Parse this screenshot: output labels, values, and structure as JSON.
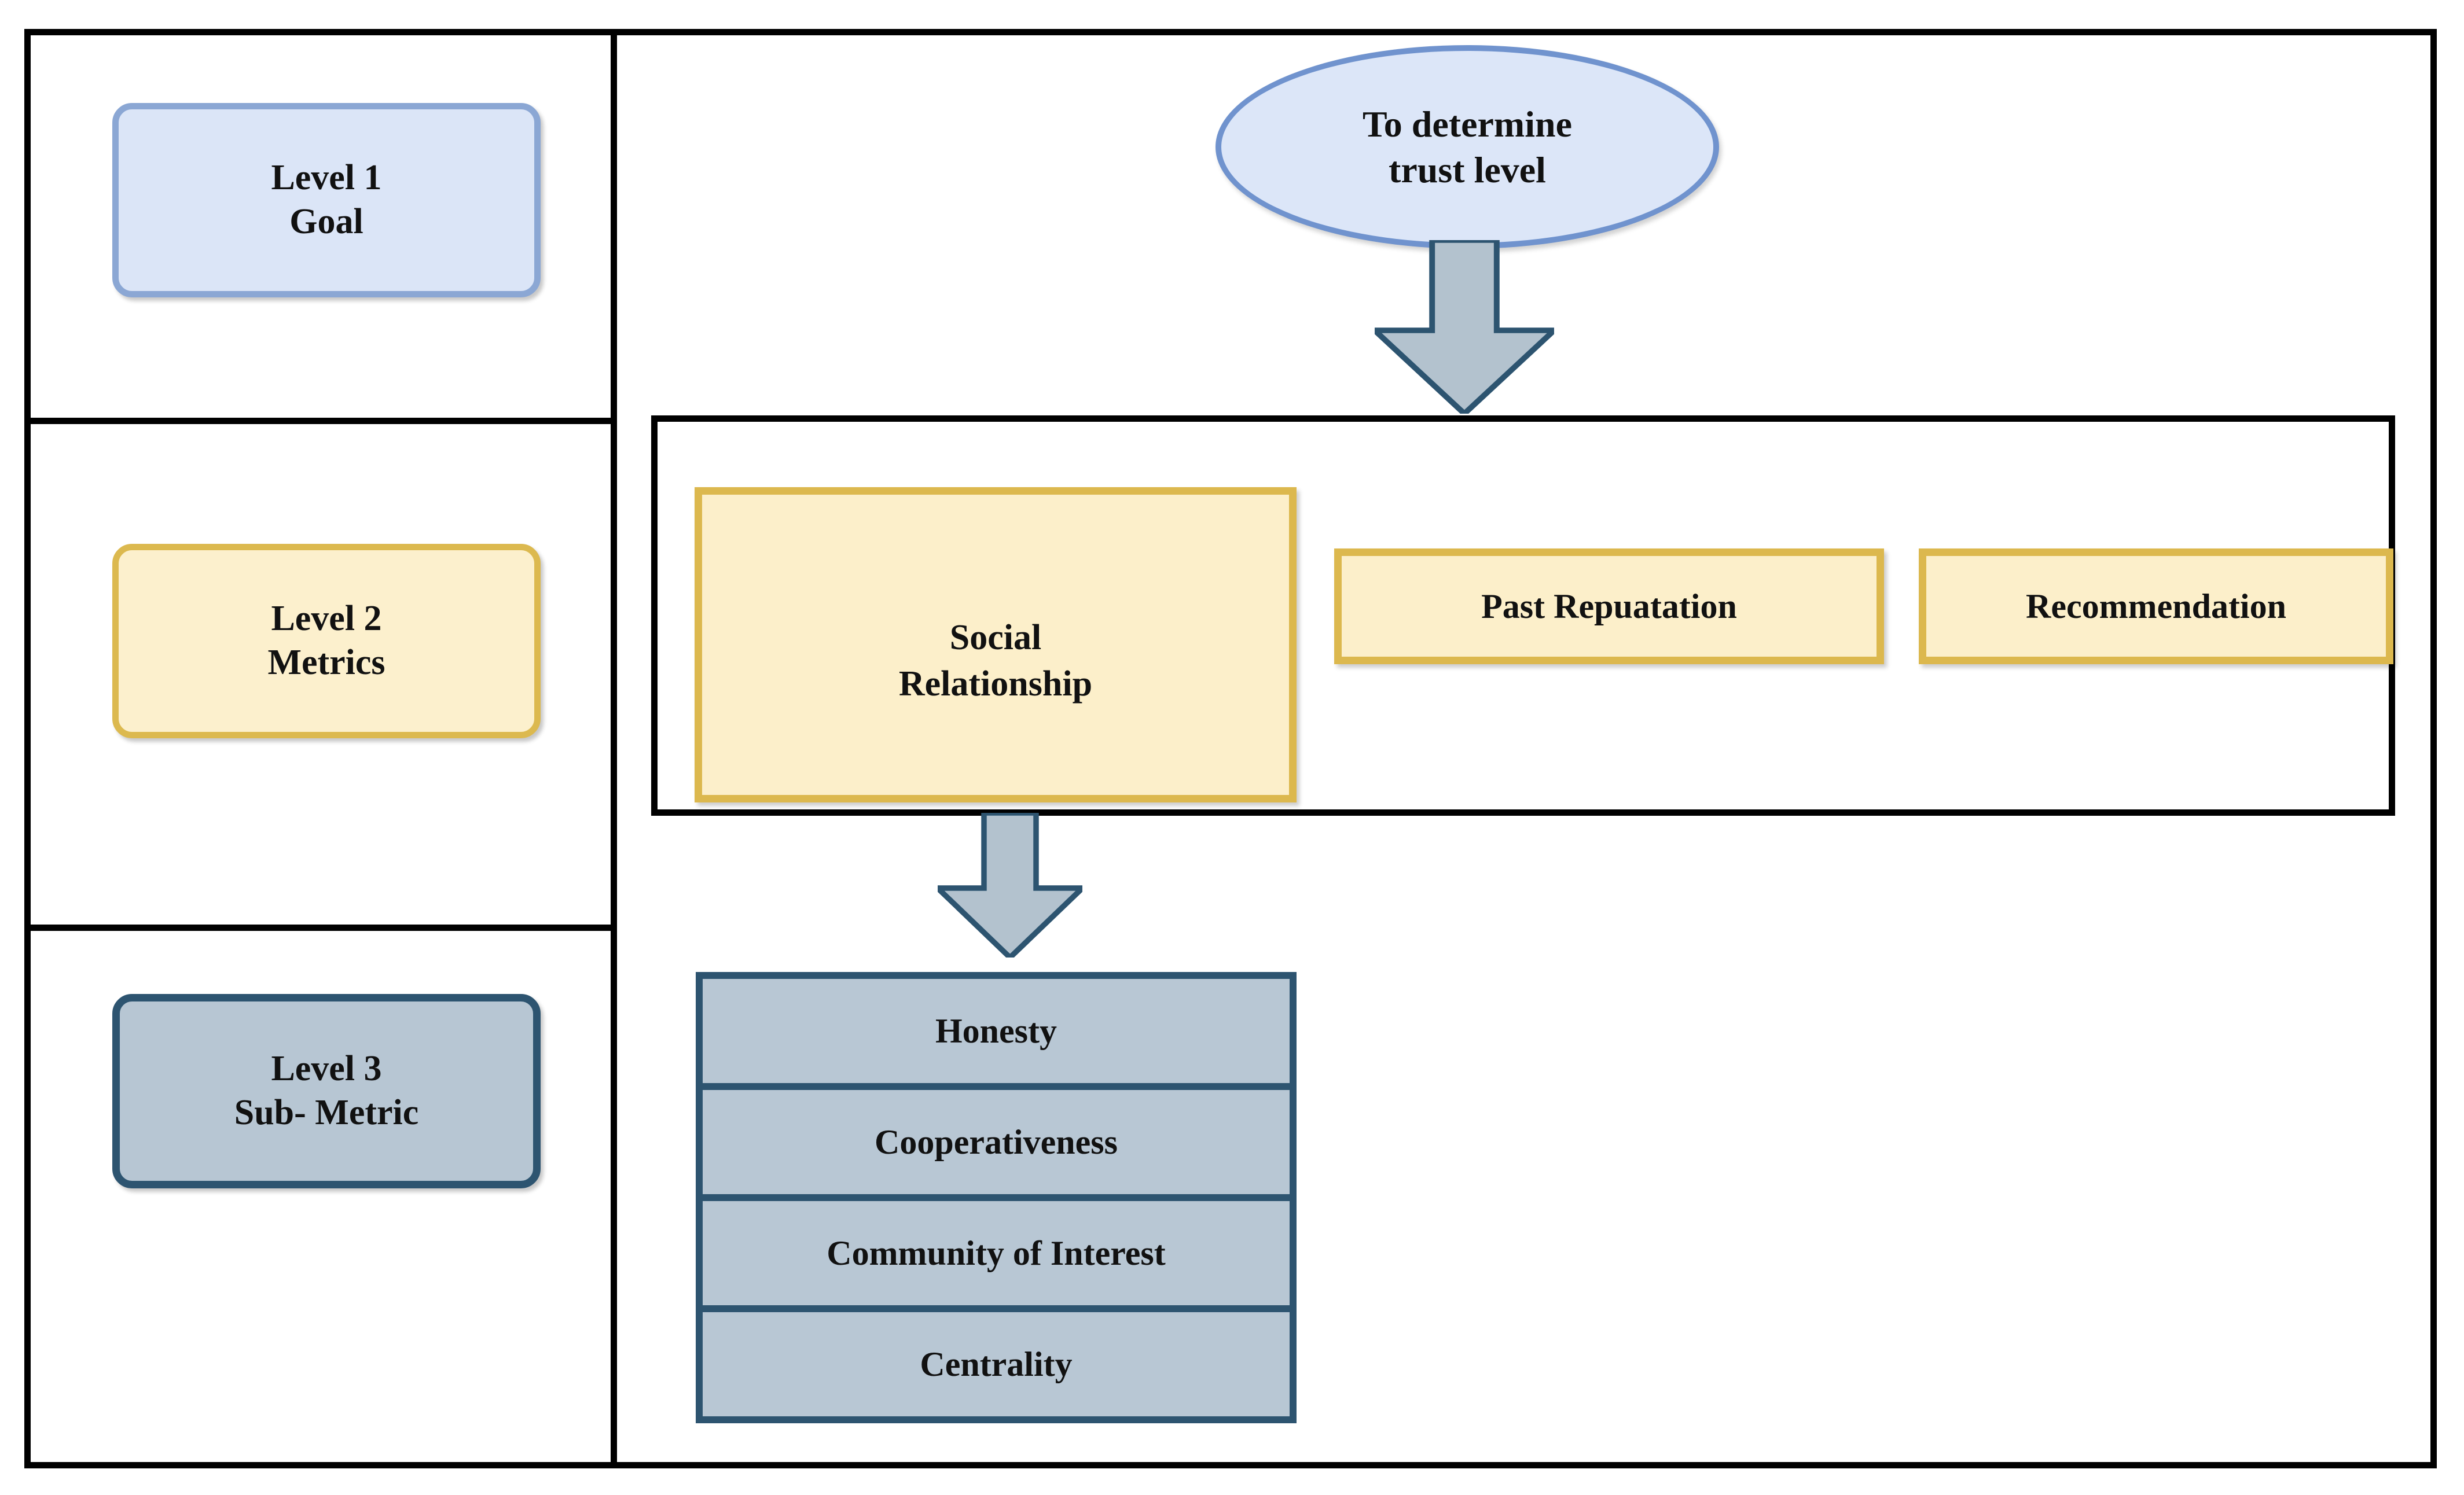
{
  "legend": {
    "items": [
      {
        "level": "Level 1",
        "label": "Goal",
        "kind": "goal"
      },
      {
        "level": "Level 2",
        "label": "Metrics",
        "kind": "metrics"
      },
      {
        "level": "Level 3",
        "label": "Sub- Metric",
        "kind": "sub-metric"
      }
    ]
  },
  "diagram": {
    "goal": {
      "line1": "To determine",
      "line2": "trust level"
    },
    "metrics": [
      {
        "line1": "Social",
        "line2": "Relationship"
      },
      {
        "line1": "Past Repuatation",
        "line2": ""
      },
      {
        "line1": "Recommendation",
        "line2": ""
      }
    ],
    "sub_metrics": [
      {
        "label": "Honesty"
      },
      {
        "label": "Cooperativeness"
      },
      {
        "label": "Community of Interest"
      },
      {
        "label": "Centrality"
      }
    ],
    "arrows": [
      {
        "from": "goal",
        "to": "metrics-group",
        "direction": "down"
      },
      {
        "from": "social-relationship",
        "to": "sub-metric-stack",
        "direction": "down"
      }
    ]
  },
  "colors": {
    "frame": "#000000",
    "goal_fill": "#dce6f8",
    "goal_stroke": "#7093ce",
    "metric_fill": "#fcefca",
    "metric_stroke": "#dcb84e",
    "submetric_fill": "#b8c7d4",
    "submetric_stroke": "#2d5470",
    "arrow_fill": "#b3c2ce",
    "arrow_stroke": "#2d5470"
  }
}
